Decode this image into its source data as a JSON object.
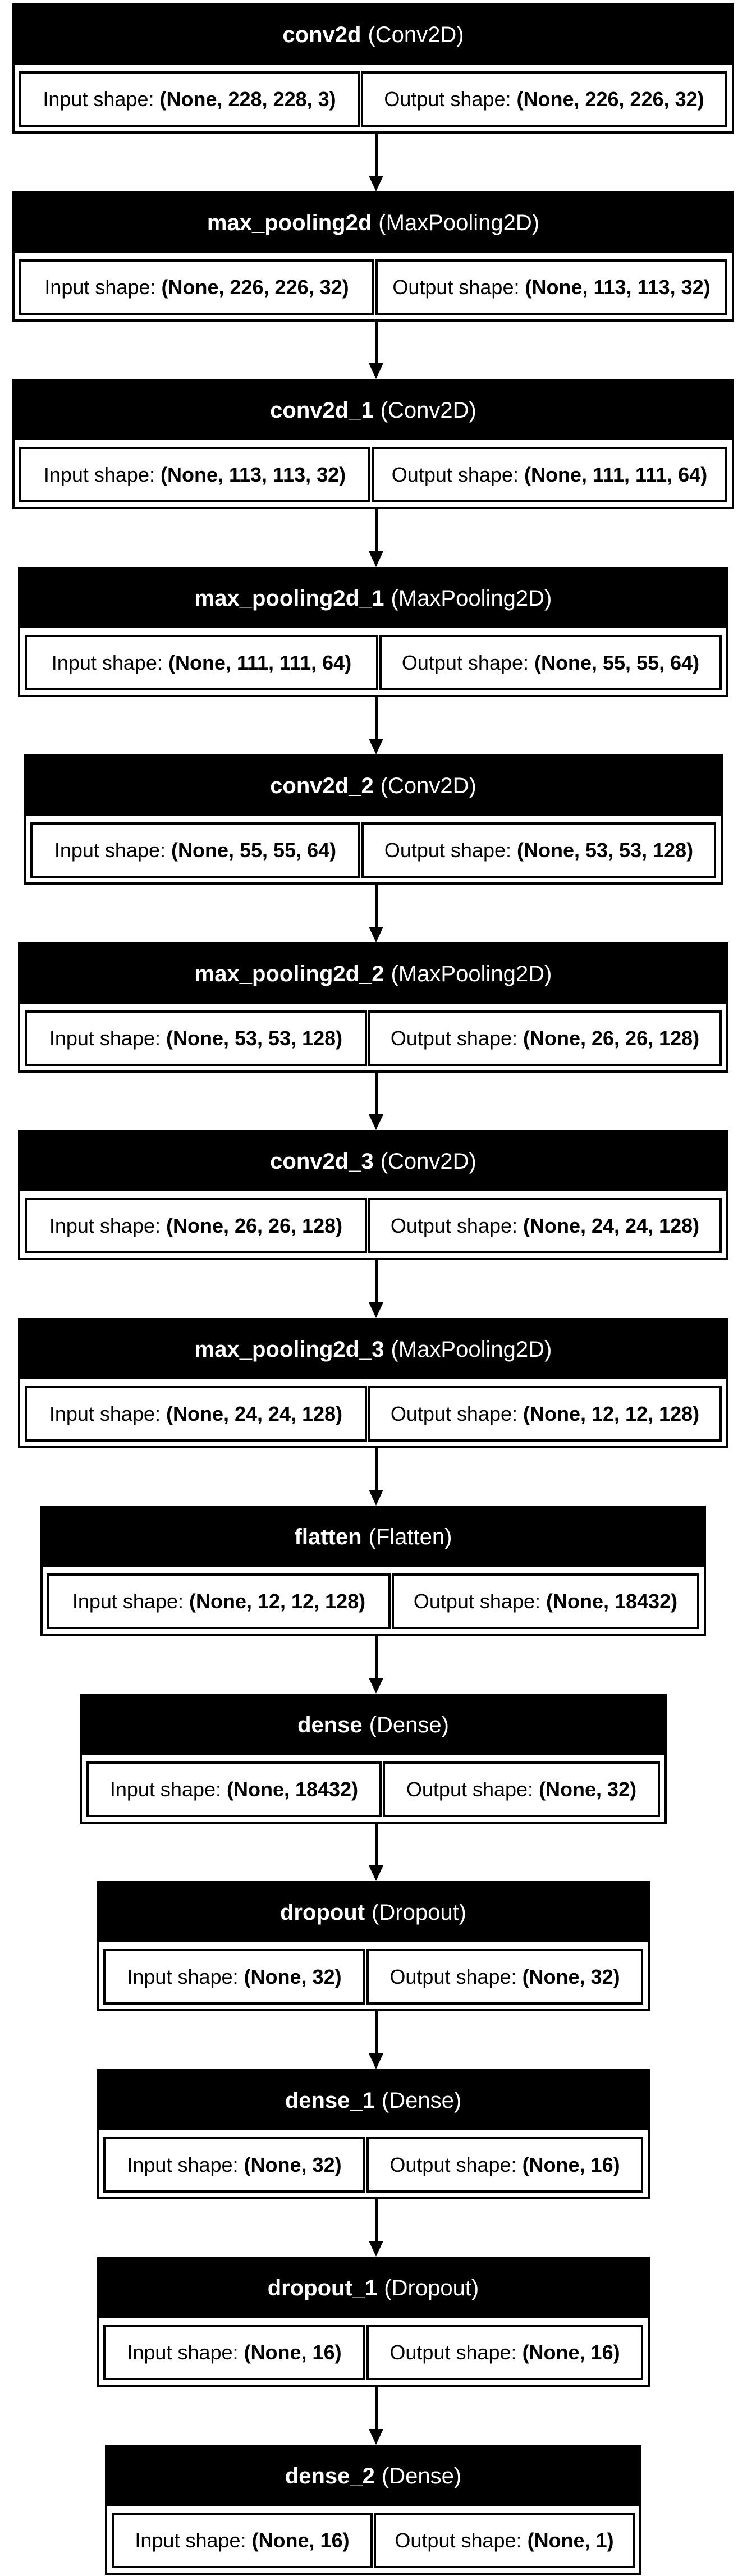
{
  "diagram": {
    "layers": [
      {
        "name": "conv2d",
        "type": "(Conv2D)",
        "input_label": "Input shape:",
        "input_shape": "(None, 228, 228, 3)",
        "output_label": "Output shape:",
        "output_shape": "(None, 226, 226, 32)"
      },
      {
        "name": "max_pooling2d",
        "type": "(MaxPooling2D)",
        "input_label": "Input shape:",
        "input_shape": "(None, 226, 226, 32)",
        "output_label": "Output shape:",
        "output_shape": "(None, 113, 113, 32)"
      },
      {
        "name": "conv2d_1",
        "type": "(Conv2D)",
        "input_label": "Input shape:",
        "input_shape": "(None, 113, 113, 32)",
        "output_label": "Output shape:",
        "output_shape": "(None, 111, 111, 64)"
      },
      {
        "name": "max_pooling2d_1",
        "type": "(MaxPooling2D)",
        "input_label": "Input shape:",
        "input_shape": "(None, 111, 111, 64)",
        "output_label": "Output shape:",
        "output_shape": "(None, 55, 55, 64)"
      },
      {
        "name": "conv2d_2",
        "type": "(Conv2D)",
        "input_label": "Input shape:",
        "input_shape": "(None, 55, 55, 64)",
        "output_label": "Output shape:",
        "output_shape": "(None, 53, 53, 128)"
      },
      {
        "name": "max_pooling2d_2",
        "type": "(MaxPooling2D)",
        "input_label": "Input shape:",
        "input_shape": "(None, 53, 53, 128)",
        "output_label": "Output shape:",
        "output_shape": "(None, 26, 26, 128)"
      },
      {
        "name": "conv2d_3",
        "type": "(Conv2D)",
        "input_label": "Input shape:",
        "input_shape": "(None, 26, 26, 128)",
        "output_label": "Output shape:",
        "output_shape": "(None, 24, 24, 128)"
      },
      {
        "name": "max_pooling2d_3",
        "type": "(MaxPooling2D)",
        "input_label": "Input shape:",
        "input_shape": "(None, 24, 24, 128)",
        "output_label": "Output shape:",
        "output_shape": "(None, 12, 12, 128)"
      },
      {
        "name": "flatten",
        "type": "(Flatten)",
        "input_label": "Input shape:",
        "input_shape": "(None, 12, 12, 128)",
        "output_label": "Output shape:",
        "output_shape": "(None, 18432)"
      },
      {
        "name": "dense",
        "type": "(Dense)",
        "input_label": "Input shape:",
        "input_shape": "(None, 18432)",
        "output_label": "Output shape:",
        "output_shape": "(None, 32)"
      },
      {
        "name": "dropout",
        "type": "(Dropout)",
        "input_label": "Input shape:",
        "input_shape": "(None, 32)",
        "output_label": "Output shape:",
        "output_shape": "(None, 32)"
      },
      {
        "name": "dense_1",
        "type": "(Dense)",
        "input_label": "Input shape:",
        "input_shape": "(None, 32)",
        "output_label": "Output shape:",
        "output_shape": "(None, 16)"
      },
      {
        "name": "dropout_1",
        "type": "(Dropout)",
        "input_label": "Input shape:",
        "input_shape": "(None, 16)",
        "output_label": "Output shape:",
        "output_shape": "(None, 16)"
      },
      {
        "name": "dense_2",
        "type": "(Dense)",
        "input_label": "Input shape:",
        "input_shape": "(None, 16)",
        "output_label": "Output shape:",
        "output_shape": "(None, 1)"
      }
    ]
  }
}
